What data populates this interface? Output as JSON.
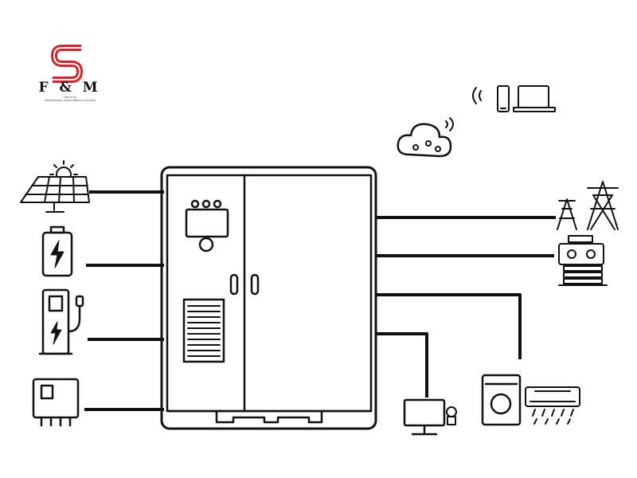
{
  "logo": {
    "title": "F & M",
    "tagline_line1": "ONE-STOP",
    "tagline_line2": "PROFESSIONAL SMART ENERGY SOLUTION",
    "brand_color": "#d2232a"
  },
  "colors": {
    "line": "#111111",
    "background": "#ffffff"
  },
  "icons": {
    "left": [
      "solar-panel-icon",
      "battery-icon",
      "ev-charger-icon",
      "inverter-icon"
    ],
    "right": [
      "power-grid-icon",
      "generator-icon",
      "washing-machine-icon",
      "air-conditioner-icon",
      "tv-icon",
      "cloud-icon",
      "smartphone-icon",
      "laptop-icon"
    ],
    "center": "energy-storage-cabinet-icon"
  }
}
